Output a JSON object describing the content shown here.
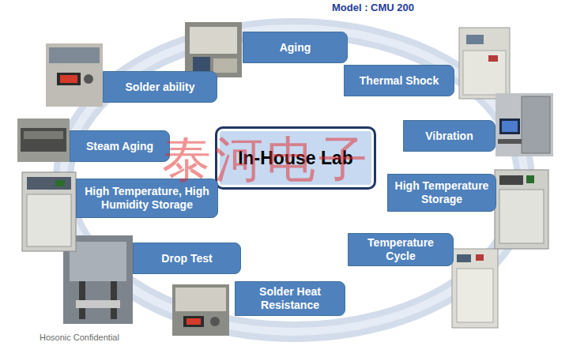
{
  "diagram": {
    "title": "Model : CMU 200",
    "nodes": [
      {
        "text": [
          "In-House Lab"
        ]
      },
      {
        "text": [
          "Aging"
        ]
      },
      {
        "text": [
          "Thermal Shock"
        ]
      },
      {
        "text": [
          "Vibration"
        ]
      },
      {
        "text": [
          "High Temperature Storage"
        ]
      },
      {
        "text": [
          "Temperature Cycle"
        ]
      },
      {
        "text": [
          "Solder Heat Resistance"
        ]
      },
      {
        "text": [
          "Drop Test"
        ]
      },
      {
        "text": [
          "High Temperature, High Humidity Storage"
        ]
      },
      {
        "text": [
          "Steam Aging"
        ]
      },
      {
        "text": [
          "Solder ability"
        ]
      }
    ],
    "labels": [
      "泰河电子",
      "Hosonic  Confidential"
    ]
  }
}
